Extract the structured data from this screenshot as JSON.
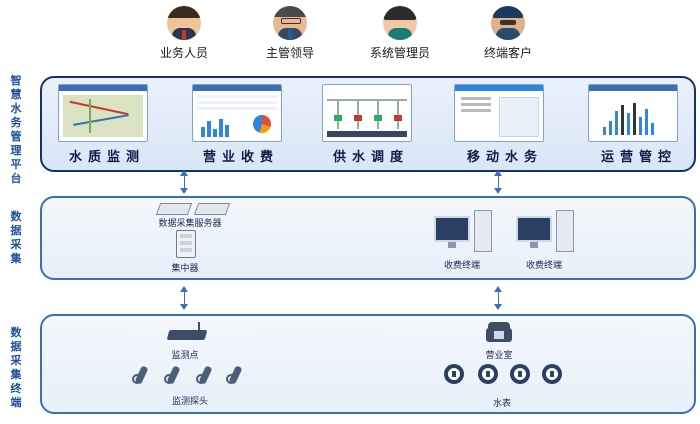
{
  "roles": [
    "业务人员",
    "主管领导",
    "系统管理员",
    "终端客户"
  ],
  "sections": {
    "platform": "智慧水务管理平台",
    "collection": "数据采集",
    "terminal": "数据采集终端"
  },
  "systems": [
    "水质监测",
    "营业收费",
    "供水调度",
    "移动水务",
    "运营管控"
  ],
  "collection_devices": {
    "servers": "数据采集服务器",
    "concentrator": "集中器",
    "terminal_1": "收费终端",
    "terminal_2": "收费终端"
  },
  "terminal_devices": {
    "monitor_point": "监测点",
    "probes": "监测探头",
    "business_hall": "营业室",
    "meters": "水表"
  },
  "colors": {
    "dark_navy": "#15326e",
    "blue": "#3a6fb5",
    "panel_fill": "#eaf1fb"
  }
}
